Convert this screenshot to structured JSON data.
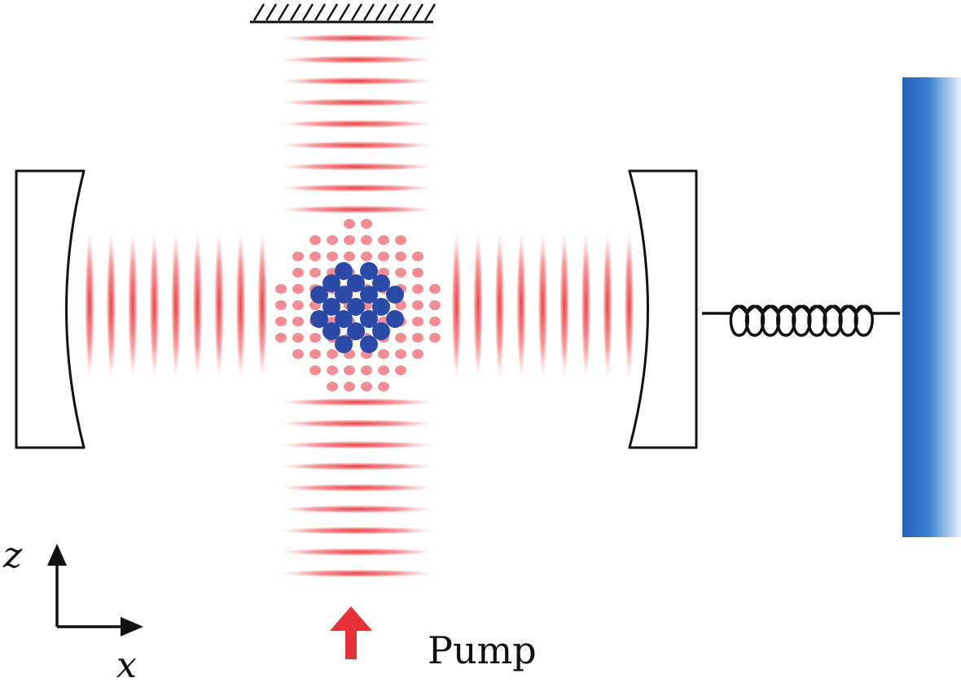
{
  "labels": {
    "z_axis": "z",
    "x_axis": "x",
    "pump": "Pump"
  },
  "colors": {
    "light": "#e8323a",
    "atoms": "#2b4aa8",
    "wall": "#2f6fc2",
    "outline": "#111111"
  }
}
